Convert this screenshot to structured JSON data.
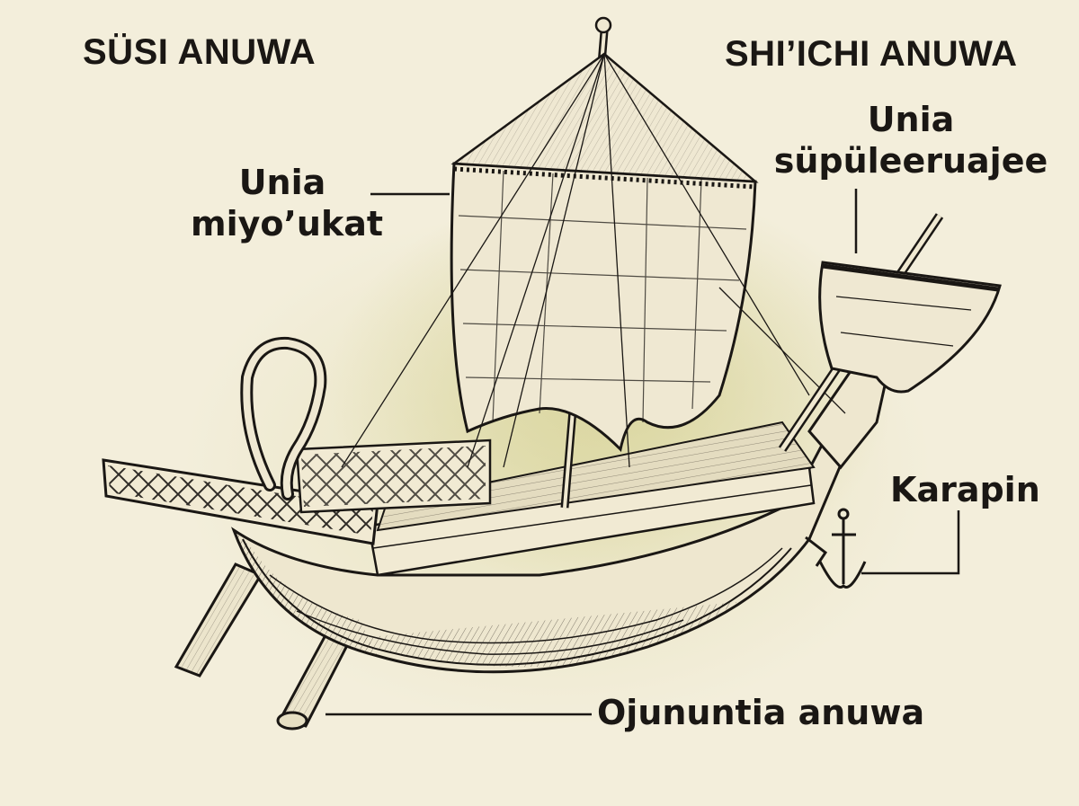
{
  "headings": {
    "left": "SÜSI ANUWA",
    "right": "SHI’ICHI ANUWA"
  },
  "labels": {
    "main_sail": {
      "line1": "Unia",
      "line2": "miyo’ukat"
    },
    "bow_sail": {
      "line1": "Unia",
      "line2": "süpüleeruajee"
    },
    "anchor": "Karapin",
    "steering_oars": "Ojununtia anuwa"
  },
  "colors": {
    "background": "#f3eedb",
    "highlight": "#d6d296",
    "ink": "#1a1714",
    "sail_fill": "#efe8d2"
  }
}
